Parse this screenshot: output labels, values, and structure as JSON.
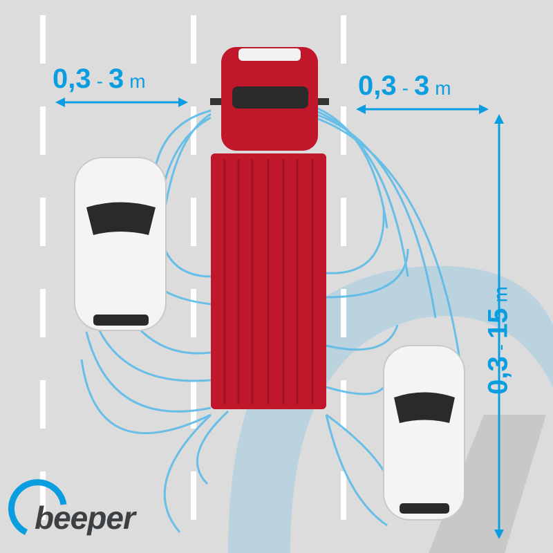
{
  "labels": {
    "lateral_left": {
      "min": "0,3",
      "sep": "-",
      "max": "3",
      "unit": "m"
    },
    "lateral_right": {
      "min": "0,3",
      "sep": "-",
      "max": "3",
      "unit": "m"
    },
    "rear": {
      "min": "0,3",
      "sep": "-",
      "max": "15",
      "unit": "m"
    }
  },
  "logo": {
    "text": "beeper"
  },
  "colors": {
    "background": "#dcdcdc",
    "accent": "#0a9ee0",
    "truck": "#c0182a",
    "wave": "#5bbbe8",
    "logo": "#3e4144"
  }
}
